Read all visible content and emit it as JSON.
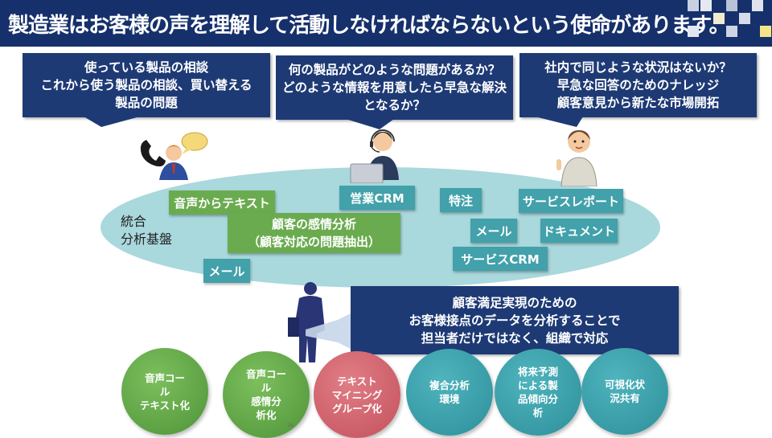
{
  "title": "製造業はお客様の声を理解して活動しなければならないという使命があります。",
  "callouts": {
    "left": [
      "使っている製品の相談",
      "これから使う製品の相談、買い替える",
      "製品の問題"
    ],
    "center": [
      "何の製品がどのような問題があるか？",
      "どのような情報を用意したら早急な解決",
      "となるか？"
    ],
    "right": [
      "社内で同じような状況はないか？",
      "早急な回答のためのナレッジ",
      "顧客意見から新たな市場開拓"
    ]
  },
  "platform_label": [
    "統合",
    "分析基盤"
  ],
  "tags": {
    "speech_to_text": "音声からテキスト",
    "sentiment": [
      "顧客の感情分析",
      "（顧客対応の問題抽出）"
    ],
    "mail_left": "メール",
    "sales_crm": "営業CRM",
    "order": "特注",
    "service_report": "サービスレポート",
    "mail_right": "メール",
    "document": "ドキュメント",
    "service_crm": "サービスCRM"
  },
  "summary": [
    "顧客満足実現のための",
    "お客様接点のデータを分析することで",
    "担当者だけではなく、組織で対応"
  ],
  "circles": [
    {
      "lines": [
        "音声コー",
        "ル",
        "テキスト化"
      ],
      "color": "green"
    },
    {
      "lines": [
        "音声コー",
        "ル",
        "感情分",
        "析化"
      ],
      "color": "green"
    },
    {
      "lines": [
        "テキスト",
        "マイニング",
        "グループ化"
      ],
      "color": "pink"
    },
    {
      "lines": [
        "複合分析",
        "環境"
      ],
      "color": "teal"
    },
    {
      "lines": [
        "将来予測",
        "による製",
        "品傾向分",
        "析"
      ],
      "color": "teal"
    },
    {
      "lines": [
        "可視化状",
        "況共有"
      ],
      "color": "teal"
    }
  ],
  "page_number": "16",
  "icons": [
    "phone-customer-icon",
    "operator-headset-icon",
    "engineer-icon",
    "businessman-icon",
    "speech-bubble-icon"
  ],
  "colors": {
    "navy": "#16306b",
    "callout": "#1e3a75",
    "green": "#6bab4f",
    "teal": "#42a1aa",
    "ellipse": "#a9d8dd",
    "pink": "#c4515c"
  }
}
